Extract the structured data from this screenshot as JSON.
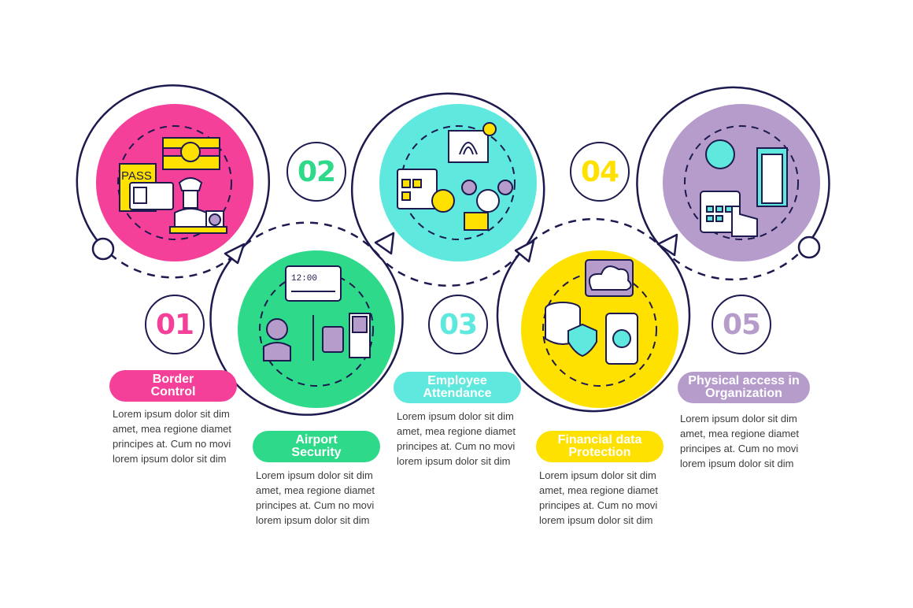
{
  "colors": {
    "outline": "#1c1a4f",
    "pink": "#f5409a",
    "green": "#2fd98a",
    "cyan": "#5fe9de",
    "yellow": "#ffe100",
    "purple": "#b59ccb"
  },
  "steps": [
    {
      "number": "01",
      "title": "Border\nControl",
      "body": "Lorem ipsum dolor sit dim amet, mea regione diamet principes at. Cum no movi lorem ipsum dolor sit dim",
      "color": "#f5409a",
      "icon": "border-control-icon",
      "icon_text": "PASS"
    },
    {
      "number": "02",
      "title": "Airport\nSecurity",
      "body": "Lorem ipsum dolor sit dim amet, mea regione diamet principes at. Cum no movi lorem ipsum dolor sit dim",
      "color": "#2fd98a",
      "icon": "airport-security-icon",
      "icon_text": "12:00"
    },
    {
      "number": "03",
      "title": "Employee\nAttendance",
      "body": "Lorem ipsum dolor sit dim amet, mea regione diamet principes at. Cum no movi lorem ipsum dolor sit dim",
      "color": "#5fe9de",
      "icon": "employee-attendance-icon"
    },
    {
      "number": "04",
      "title": "Financial data\nProtection",
      "body": "Lorem ipsum dolor sit dim amet, mea regione diamet principes at. Cum no movi lorem ipsum dolor sit dim",
      "color": "#ffe100",
      "icon": "financial-protection-icon"
    },
    {
      "number": "05",
      "title": "Physical access in\nOrganization",
      "body": "Lorem ipsum dolor sit dim amet, mea regione diamet principes at. Cum no movi lorem ipsum dolor sit dim",
      "color": "#b59ccb",
      "icon": "physical-access-icon"
    }
  ]
}
